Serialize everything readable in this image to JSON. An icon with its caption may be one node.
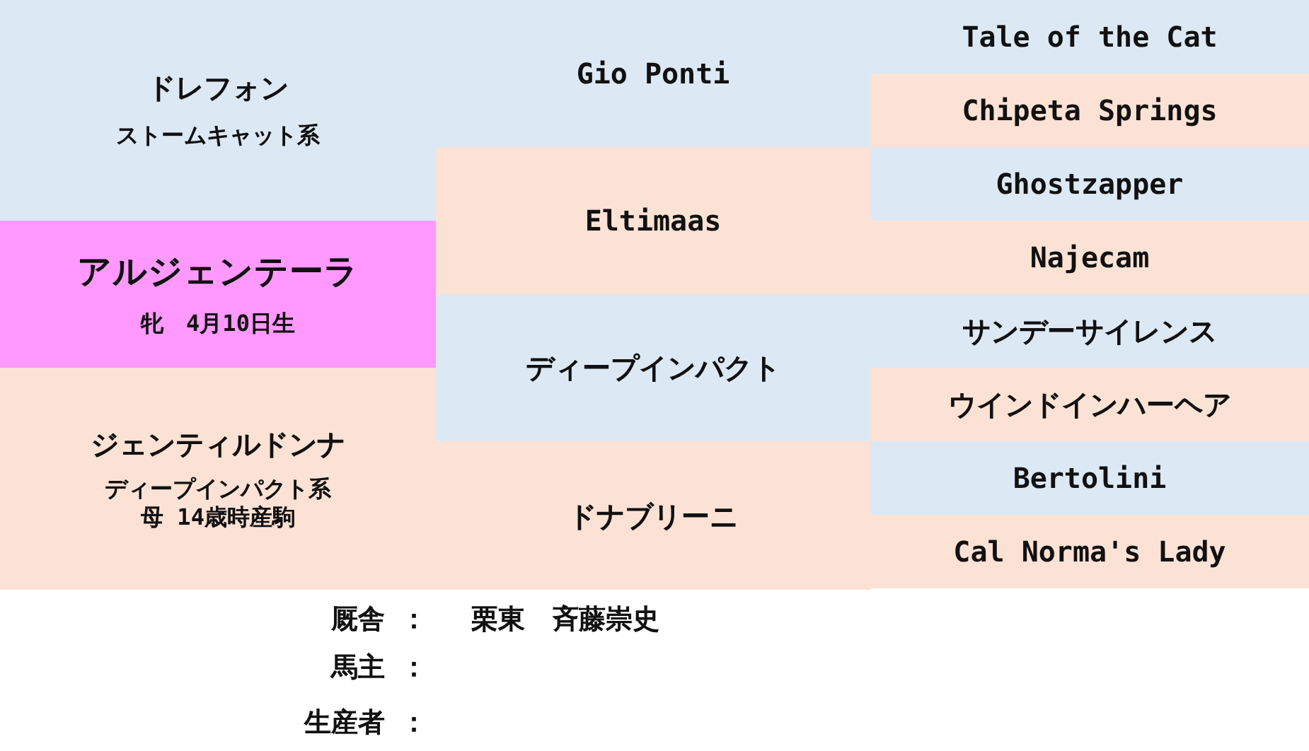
{
  "diagram": {
    "nodes": [
      {
        "text": [
          "ドレフォン",
          "ストームキャット系"
        ]
      },
      {
        "text": [
          "アルジェンテーラ",
          "牝　4月10日生"
        ]
      },
      {
        "text": [
          "ジェンティルドンナ",
          "ディープインパクト系",
          "母 14歳時産駒"
        ]
      },
      {
        "text": [
          "Gio Ponti"
        ]
      },
      {
        "text": [
          "Eltimaas"
        ]
      },
      {
        "text": [
          "ディープインパクト"
        ]
      },
      {
        "text": [
          "ドナブリーニ"
        ]
      },
      {
        "text": [
          "Tale of the Cat"
        ]
      },
      {
        "text": [
          "Chipeta Springs"
        ]
      },
      {
        "text": [
          "Ghostzapper"
        ]
      },
      {
        "text": [
          "Najecam"
        ]
      },
      {
        "text": [
          "サンデーサイレンス"
        ]
      },
      {
        "text": [
          "ウインドインハーヘア"
        ]
      },
      {
        "text": [
          "Bertolini"
        ]
      },
      {
        "text": [
          "Cal Norma's Lady"
        ]
      }
    ],
    "labels": [
      "厩舎",
      "：",
      "栗東　斉藤崇史",
      "馬主",
      "：",
      "生産者",
      "："
    ]
  }
}
